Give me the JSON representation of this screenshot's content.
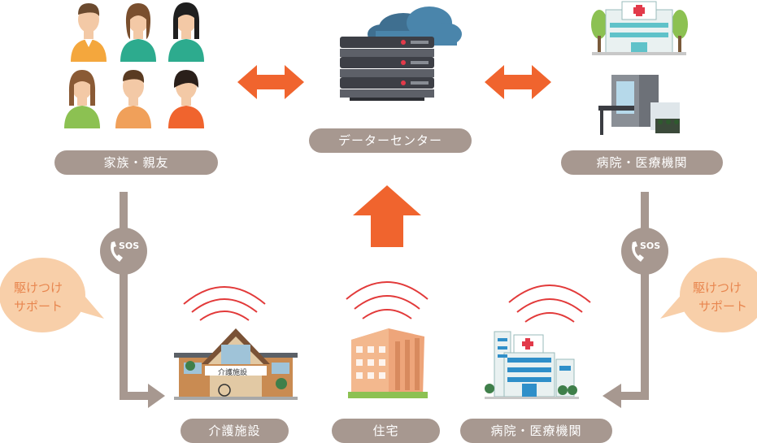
{
  "labels": {
    "family": "家族・親友",
    "data_center": "データーセンター",
    "hospital_top": "病院・医療機関",
    "care_facility": "介護施設",
    "home": "住宅",
    "hospital_bottom": "病院・医療機関"
  },
  "sos": {
    "left": "SOS",
    "right": "SOS"
  },
  "bubbles": {
    "left_line1": "駆けつけ",
    "left_line2": "サポート",
    "right_line1": "駆けつけ",
    "right_line2": "サポート"
  },
  "building_sign": "介護施設",
  "colors": {
    "pill": "#a79890",
    "orange_arrow": "#f0642e",
    "bubble": "#f8cfa9",
    "bubble_text": "#e8864f",
    "gray_line": "#a79890"
  },
  "icons": [
    "person-icon",
    "server-icon",
    "cloud-icon",
    "hospital-icon",
    "office-building-icon",
    "phone-sos-icon",
    "care-facility-icon",
    "house-icon",
    "wifi-signal-icon"
  ]
}
